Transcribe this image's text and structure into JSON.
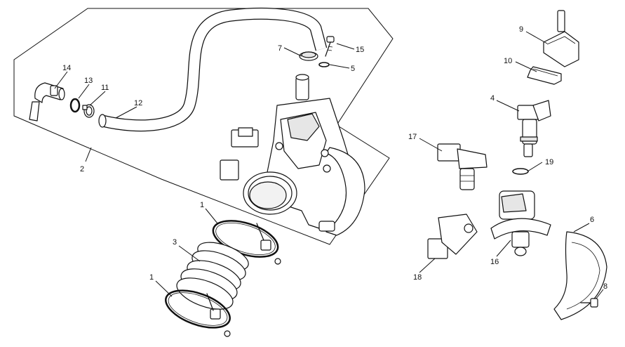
{
  "diagram": {
    "callouts": [
      {
        "id": "c14",
        "label": "14"
      },
      {
        "id": "c13",
        "label": "13"
      },
      {
        "id": "c11",
        "label": "11"
      },
      {
        "id": "c12",
        "label": "12"
      },
      {
        "id": "c2",
        "label": "2"
      },
      {
        "id": "c7",
        "label": "7"
      },
      {
        "id": "c15",
        "label": "15"
      },
      {
        "id": "c5",
        "label": "5"
      },
      {
        "id": "c1a",
        "label": "1"
      },
      {
        "id": "c3",
        "label": "3"
      },
      {
        "id": "c1b",
        "label": "1"
      },
      {
        "id": "c9",
        "label": "9"
      },
      {
        "id": "c10",
        "label": "10"
      },
      {
        "id": "c4",
        "label": "4"
      },
      {
        "id": "c17",
        "label": "17"
      },
      {
        "id": "c19",
        "label": "19"
      },
      {
        "id": "c6",
        "label": "6"
      },
      {
        "id": "c16",
        "label": "16"
      },
      {
        "id": "c18",
        "label": "18"
      },
      {
        "id": "c8",
        "label": "8"
      }
    ]
  }
}
